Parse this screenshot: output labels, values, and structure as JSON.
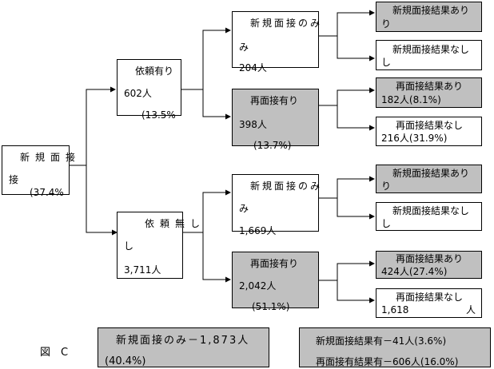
{
  "colors": {
    "shaded": "#c0c0c0",
    "line": "#000000"
  },
  "root": {
    "title": "新規面接",
    "pct": "(37.4%"
  },
  "requested": {
    "title": "依頼有り",
    "count": "602人",
    "pct": "(13.5%"
  },
  "not_requested": {
    "title": "依頼無し",
    "count": "3,711人"
  },
  "req_new_only": {
    "title": "新規面接のみ",
    "count": "204人"
  },
  "req_re_interview": {
    "title": "再面接有り",
    "count": "398人",
    "pct": "(13.7%)"
  },
  "nreq_new_only": {
    "title": "新規面接のみ",
    "count": "1,669人"
  },
  "nreq_re_interview": {
    "title": "再面接有り",
    "count": "2,042人",
    "pct": "(51.1%)"
  },
  "leaf_req_new_yes": {
    "title": "新規面接結果あり"
  },
  "leaf_req_new_no": {
    "title": "新規面接結果なし"
  },
  "leaf_req_re_yes": {
    "title": "再面接結果あり",
    "value": "182人(8.1%)"
  },
  "leaf_req_re_no": {
    "title": "再面接結果なし",
    "value": "216人(31.9%)"
  },
  "leaf_nreq_new_yes": {
    "title": "新規面接結果あり"
  },
  "leaf_nreq_new_no": {
    "title": "新規面接結果なし"
  },
  "leaf_nreq_re_yes": {
    "title": "再面接結果あり",
    "value": "424人(27.4%)"
  },
  "leaf_nreq_re_no": {
    "title": "再面接結果なし",
    "value_count": "1,618",
    "value_unit": "人"
  },
  "figure_label": "図　C",
  "summary_left": {
    "line1": "新規面接のみ－1,873人",
    "line2": "(40.4%)"
  },
  "summary_right": {
    "line1": "新規面接結果有－41人(3.6%)",
    "line2": "再面接有結果有－606人(16.0%)"
  }
}
